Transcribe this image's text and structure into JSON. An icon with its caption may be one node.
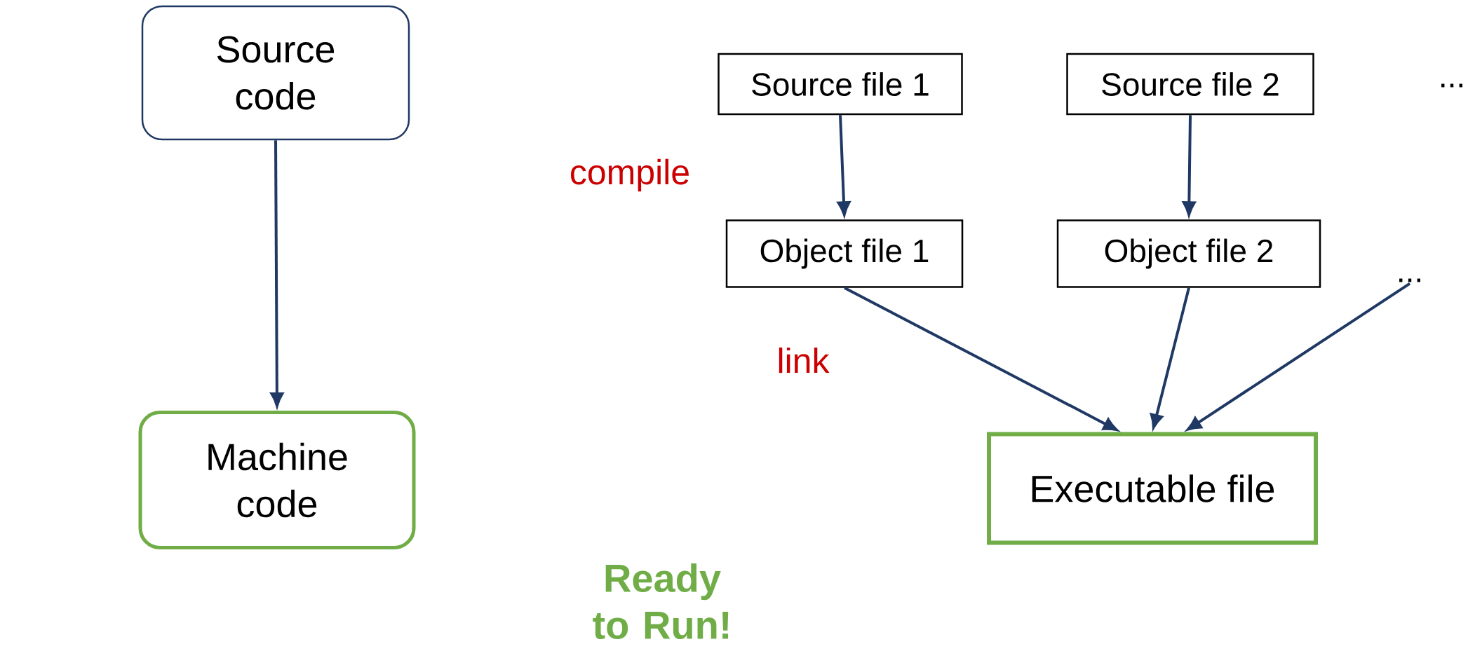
{
  "diagram": {
    "nodes": [
      {
        "text": [
          "Source code"
        ]
      },
      {
        "text": [
          "Machine code"
        ]
      },
      {
        "text": [
          "Source file 1"
        ]
      },
      {
        "text": [
          "Source file 2"
        ]
      },
      {
        "text": [
          "Object file 1"
        ]
      },
      {
        "text": [
          "Object file 2"
        ]
      },
      {
        "text": [
          "..."
        ]
      },
      {
        "text": [
          "Executable file"
        ]
      }
    ],
    "edges": [
      {
        "from": 0,
        "to": 1,
        "arrow": "to"
      },
      {
        "from": 2,
        "to": 4,
        "arrow": "to"
      },
      {
        "from": 3,
        "to": 5,
        "arrow": "to"
      },
      {
        "from": 4,
        "to": 7,
        "arrow": "to"
      },
      {
        "from": 5,
        "to": 7,
        "arrow": "to"
      },
      {
        "from": 6,
        "to": 7,
        "arrow": "to"
      }
    ],
    "labels": [
      "...",
      "compile",
      "link",
      "Ready to Run!"
    ]
  }
}
